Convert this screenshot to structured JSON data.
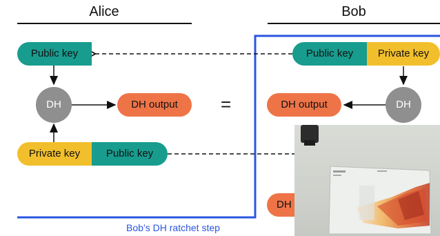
{
  "alice": {
    "header": "Alice",
    "public_key_top": "Public key",
    "dh": "DH",
    "dh_output": "DH output",
    "private_key": "Private key",
    "public_key_bottom": "Public key"
  },
  "bob": {
    "header": "Bob",
    "public_key": "Public key",
    "private_key": "Private key",
    "dh": "DH",
    "dh_output": "DH output",
    "dh_partial": "DH"
  },
  "equals": "=",
  "caption": "Bob’s DH ratchet step",
  "colors": {
    "public_key": "#189c8e",
    "private_key": "#f2bf2c",
    "dh_output": "#ee7448",
    "dh_node": "#8f8f8f",
    "ratchet_box": "#2a55e0"
  },
  "overlay": {
    "photo_icon": "wall-poster-photo"
  }
}
